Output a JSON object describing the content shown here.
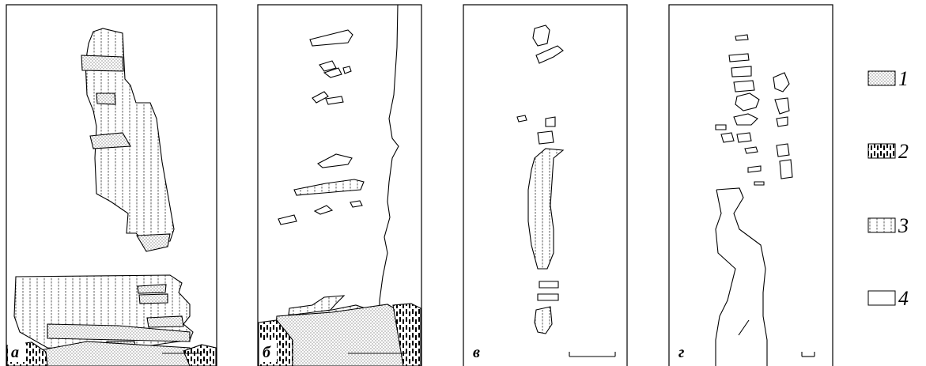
{
  "panels": [
    {
      "label": "а"
    },
    {
      "label": "б"
    },
    {
      "label": "в"
    },
    {
      "label": "г"
    }
  ],
  "legend": [
    {
      "label": "1",
      "pattern": "fine-dots"
    },
    {
      "label": "2",
      "pattern": "dense-dashes"
    },
    {
      "label": "3",
      "pattern": "vertical-dotted-lines"
    },
    {
      "label": "4",
      "pattern": "empty"
    }
  ]
}
